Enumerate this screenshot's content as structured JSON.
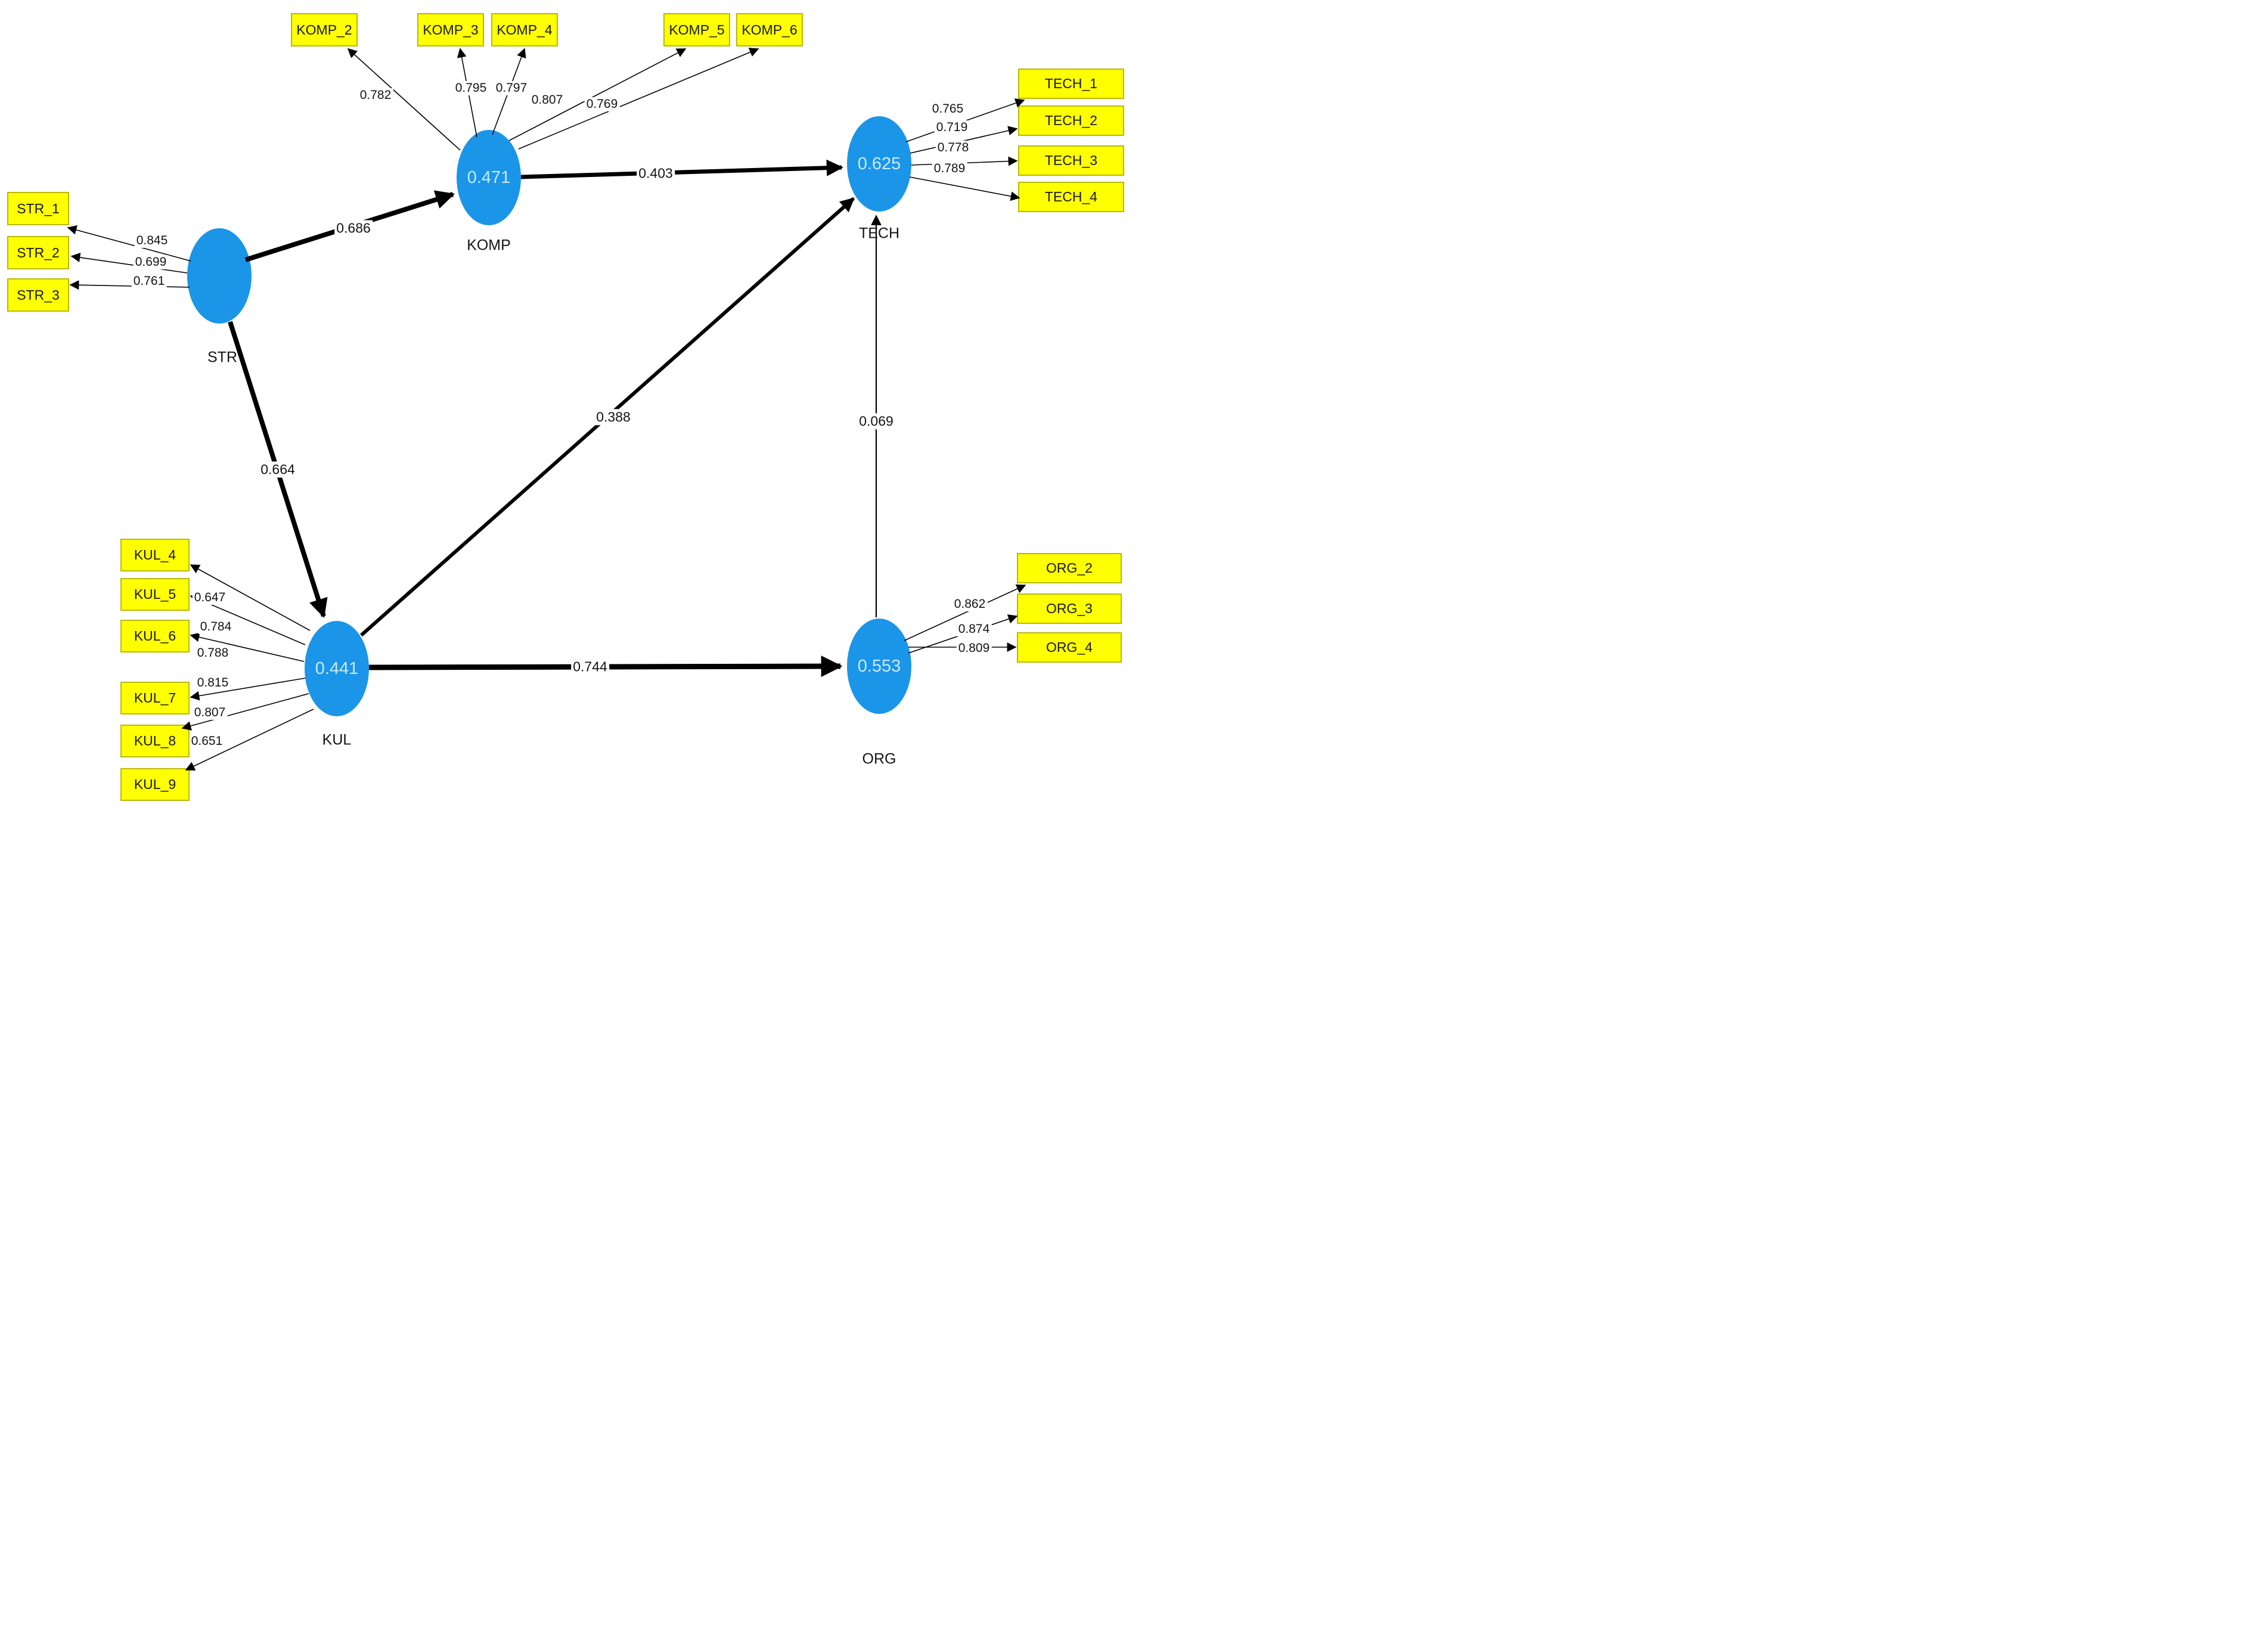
{
  "constructs": {
    "str": {
      "label": "STR"
    },
    "komp": {
      "label": "KOMP",
      "r2": "0.471"
    },
    "tech": {
      "label": "TECH",
      "r2": "0.625"
    },
    "kul": {
      "label": "KUL",
      "r2": "0.441"
    },
    "org": {
      "label": "ORG",
      "r2": "0.553"
    }
  },
  "indicators": {
    "str": [
      {
        "name": "STR_1",
        "loading": "0.845"
      },
      {
        "name": "STR_2",
        "loading": "0.699"
      },
      {
        "name": "STR_3",
        "loading": "0.761"
      }
    ],
    "komp": [
      {
        "name": "KOMP_2",
        "loading": "0.782"
      },
      {
        "name": "KOMP_3",
        "loading": "0.795"
      },
      {
        "name": "KOMP_4",
        "loading": "0.797"
      },
      {
        "name": "KOMP_5",
        "loading": "0.807"
      },
      {
        "name": "KOMP_6",
        "loading": "0.769"
      }
    ],
    "tech": [
      {
        "name": "TECH_1",
        "loading": "0.765"
      },
      {
        "name": "TECH_2",
        "loading": "0.719"
      },
      {
        "name": "TECH_3",
        "loading": "0.778"
      },
      {
        "name": "TECH_4",
        "loading": "0.789"
      }
    ],
    "kul": [
      {
        "name": "KUL_4",
        "loading": "0.647"
      },
      {
        "name": "KUL_5",
        "loading": "0.784"
      },
      {
        "name": "KUL_6",
        "loading": "0.788"
      },
      {
        "name": "KUL_7",
        "loading": "0.815"
      },
      {
        "name": "KUL_8",
        "loading": "0.807"
      },
      {
        "name": "KUL_9",
        "loading": "0.651"
      }
    ],
    "org": [
      {
        "name": "ORG_2",
        "loading": "0.862"
      },
      {
        "name": "ORG_3",
        "loading": "0.874"
      },
      {
        "name": "ORG_4",
        "loading": "0.809"
      }
    ]
  },
  "paths": [
    {
      "from": "STR",
      "to": "KOMP",
      "value": "0.686"
    },
    {
      "from": "STR",
      "to": "KUL",
      "value": "0.664"
    },
    {
      "from": "KOMP",
      "to": "TECH",
      "value": "0.403"
    },
    {
      "from": "KUL",
      "to": "TECH",
      "value": "0.388"
    },
    {
      "from": "KUL",
      "to": "ORG",
      "value": "0.744"
    },
    {
      "from": "ORG",
      "to": "TECH",
      "value": "0.069"
    }
  ],
  "colors": {
    "construct_fill": "#1b95e8",
    "r2_text": "#c7ebff",
    "indicator_fill": "#feff00",
    "indicator_border": "#b9b900",
    "connector": "#000000",
    "background": "#ffffff"
  }
}
